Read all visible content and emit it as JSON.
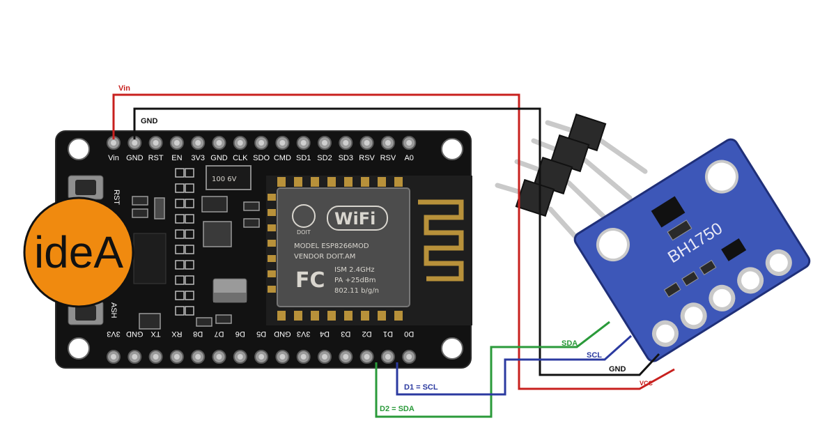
{
  "logo": {
    "text": "ideA",
    "color": "#f08a0f"
  },
  "board": {
    "top_pins": [
      "Vin",
      "GND",
      "RST",
      "EN",
      "3V3",
      "GND",
      "CLK",
      "SDO",
      "CMD",
      "SD1",
      "SD2",
      "SD3",
      "RSV",
      "RSV",
      "A0"
    ],
    "bottom_pins": [
      "3V3",
      "GND",
      "TX",
      "RX",
      "D8",
      "D7",
      "D6",
      "D5",
      "GND",
      "3V3",
      "D4",
      "D3",
      "D2",
      "D1",
      "D0"
    ],
    "buttons": {
      "rst": "RST",
      "flash": "ASH"
    },
    "regulator_text": "100 6V",
    "module": {
      "brand": "DOIT",
      "wifi_logo": "WiFi",
      "lines": [
        "MODEL   ESP8266MOD",
        "VENDOR  DOIT.AM",
        "ISM  2.4GHz",
        "PA  +25dBm",
        "802.11 b/g/n"
      ],
      "fc_mark": "FC"
    }
  },
  "sensor": {
    "label": "BH1750",
    "color": "#3d57b8"
  },
  "wires": {
    "vin": {
      "label": "Vin",
      "color": "#c8201e"
    },
    "gnd_top": {
      "label": "GND",
      "color": "#111111"
    },
    "sda": {
      "label": "SDA",
      "color": "#2a9a3a"
    },
    "scl": {
      "label": "SCL",
      "color": "#2b3aa0"
    },
    "gnd_sensor": {
      "label": "GND",
      "color": "#111111"
    },
    "vcc": {
      "label": "VCC",
      "color": "#c8201e"
    },
    "d1_scl": {
      "label": "D1 = SCL",
      "color": "#2b3aa0"
    },
    "d2_sda": {
      "label": "D2 = SDA",
      "color": "#2a9a3a"
    }
  }
}
